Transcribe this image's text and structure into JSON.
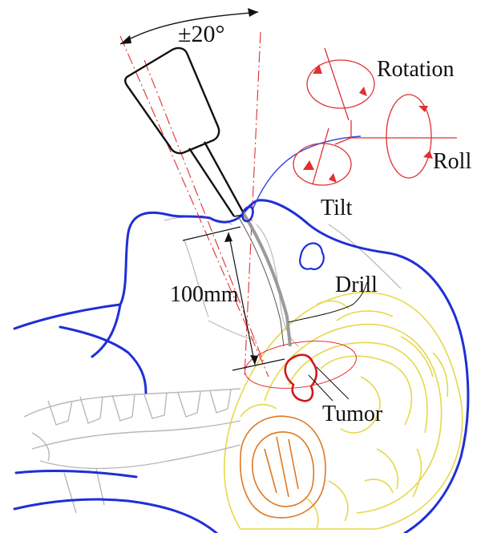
{
  "labels": {
    "angle": "±20°",
    "rotation": "Rotation",
    "roll": "Roll",
    "tilt": "Tilt",
    "distance": "100mm",
    "drill": "Drill",
    "tumor": "Tumor"
  },
  "colors": {
    "head_outline": "#1f2fd6",
    "axes": "#e03030",
    "brain": "#e6d84a",
    "cerebellum": "#e07820",
    "tumor": "#d01818",
    "spine": "#b8b8b8",
    "tool": "#111111"
  }
}
